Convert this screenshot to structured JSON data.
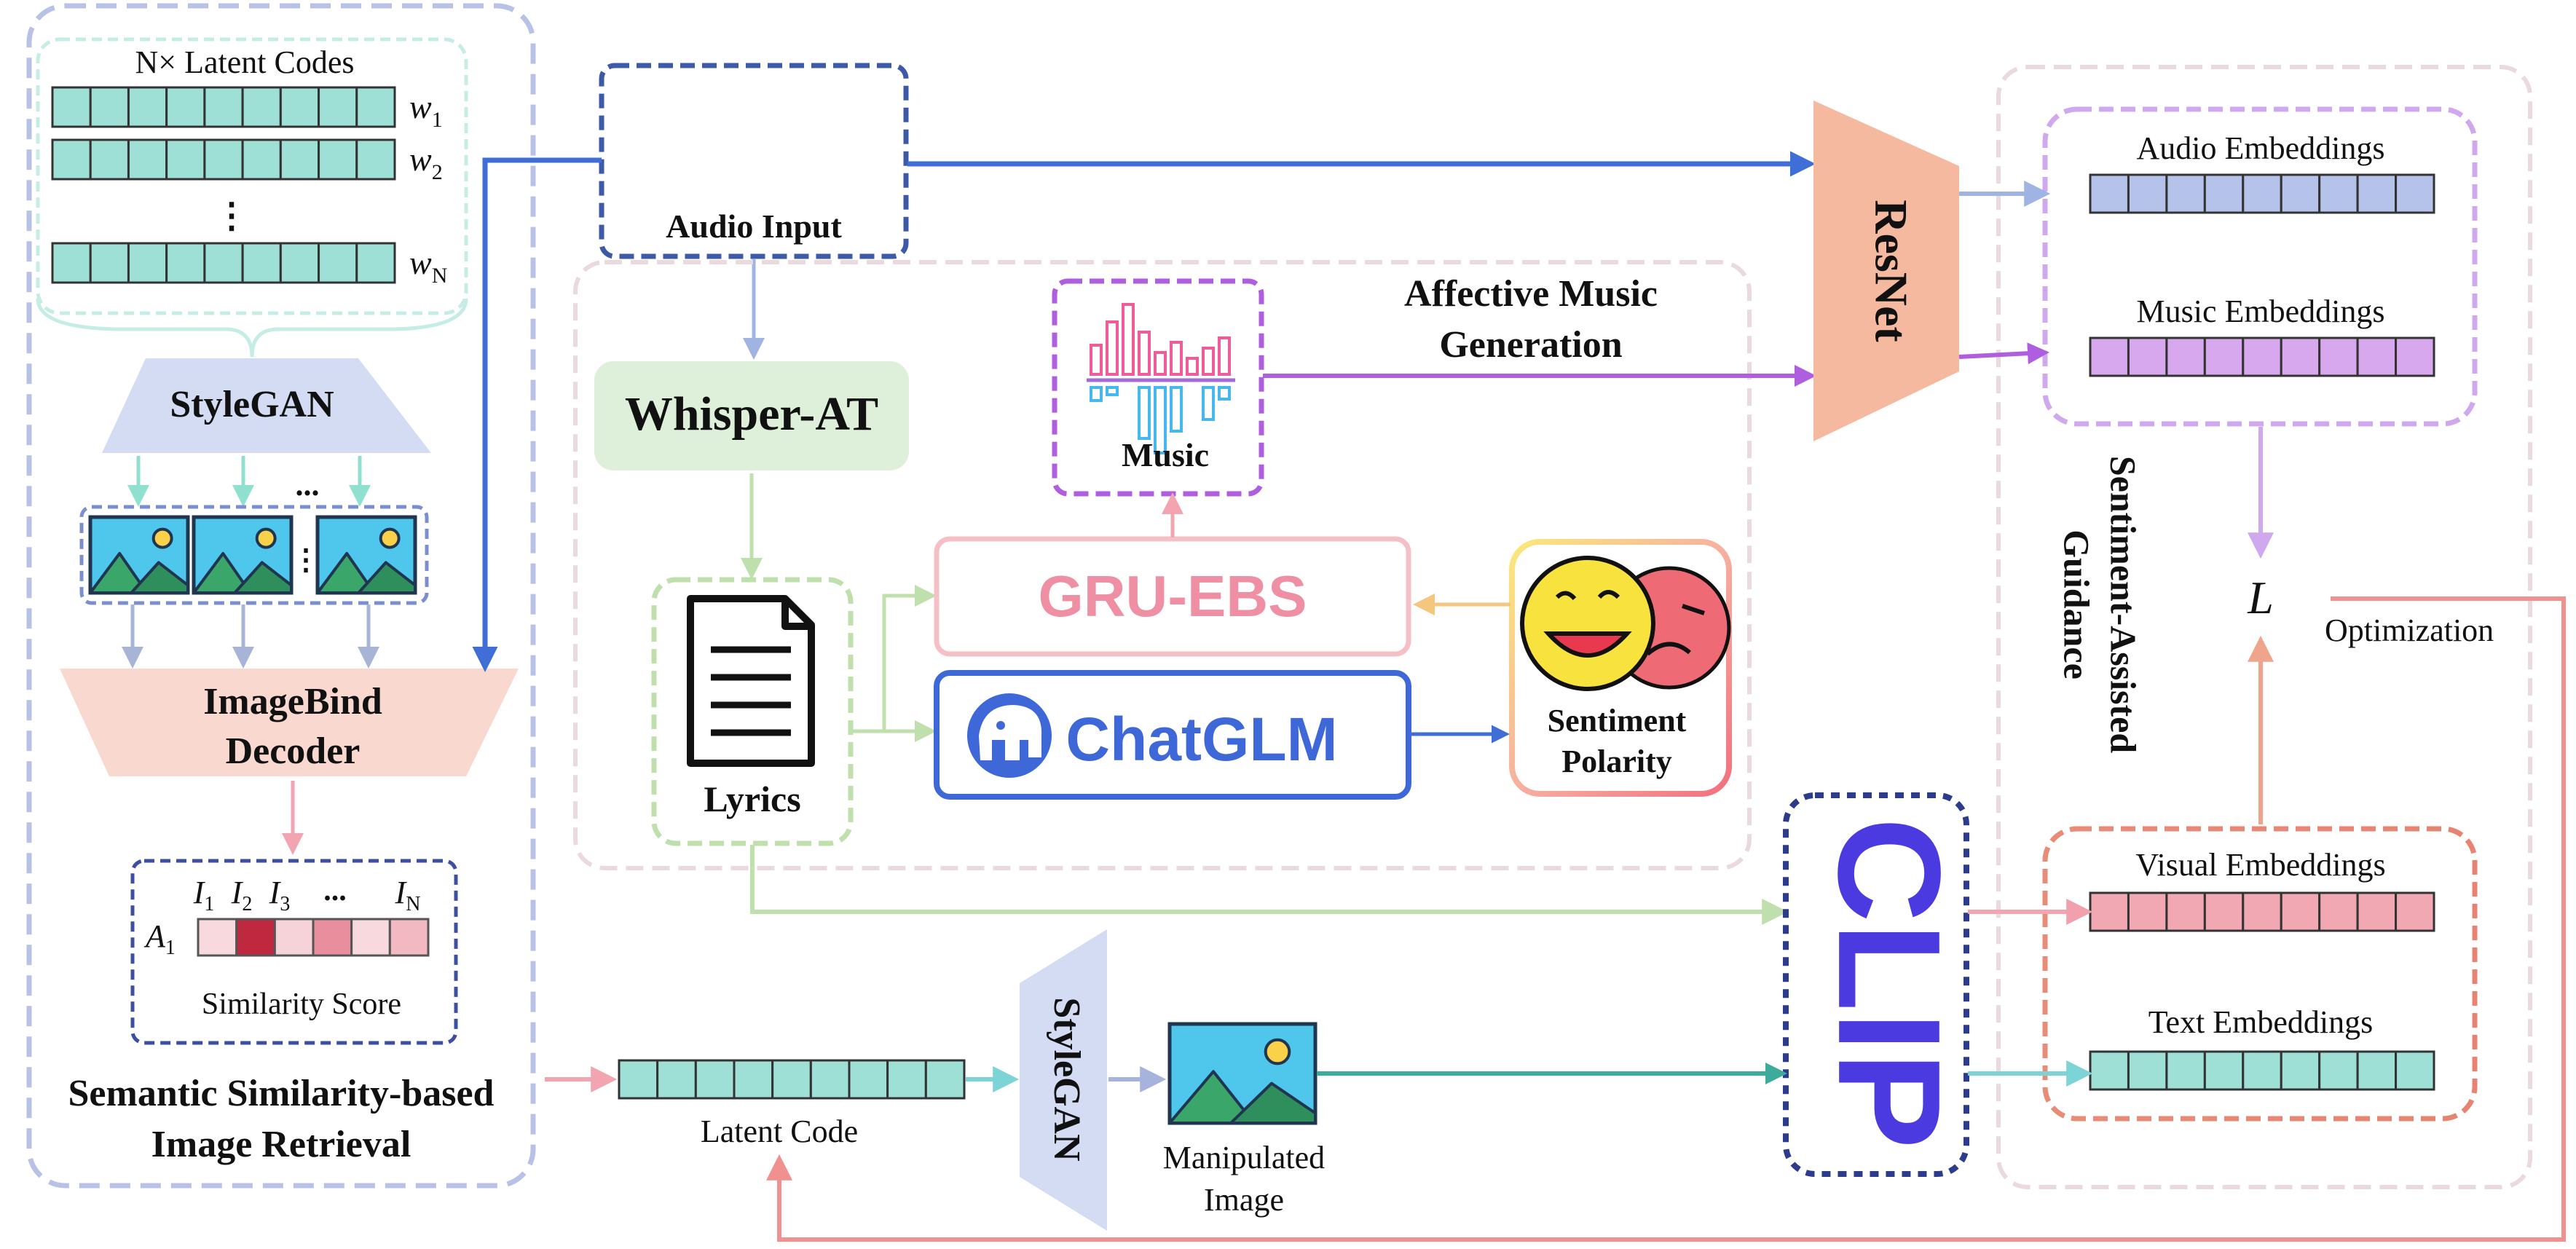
{
  "retrieval": {
    "latent_codes_title": "N× Latent Codes",
    "w_labels": [
      "w",
      "w",
      "w"
    ],
    "w_subs": [
      "1",
      "2",
      "N"
    ],
    "vdots": "⋮",
    "stylegan": "StyleGAN",
    "ellipsis": "...",
    "imagebind_line1": "ImageBind",
    "imagebind_line2": "Decoder",
    "score_cols": [
      "I",
      "I",
      "I",
      "...",
      "I"
    ],
    "score_col_subs": [
      "1",
      "2",
      "3",
      "",
      "N"
    ],
    "score_row": "A",
    "score_row_sub": "1",
    "score_cell_colors": [
      "#f7d9de",
      "#c0283f",
      "#f6d3d9",
      "#e88e9c",
      "#f7d9de",
      "#f2b9c2"
    ],
    "similarity_score": "Similarity Score",
    "module_title_line1": "Semantic Similarity-based",
    "module_title_line2": "Image Retrieval"
  },
  "audio": {
    "label": "Audio Input"
  },
  "music_gen": {
    "whisper": "Whisper-AT",
    "lyrics": "Lyrics",
    "music": "Music",
    "title_line1": "Affective Music",
    "title_line2": "Generation",
    "gru_ebs": "GRU-EBS",
    "chatglm": "ChatGLM",
    "sentiment_line1": "Sentiment",
    "sentiment_line2": "Polarity"
  },
  "resnet": "ResNet",
  "clip": "CLIP",
  "guidance": {
    "title_line1": "Sentiment-Assisted",
    "title_line2": "Guidance",
    "audio_emb": "Audio Embeddings",
    "music_emb": "Music Embeddings",
    "visual_emb": "Visual Embeddings",
    "text_emb": "Text Embeddings",
    "loss": "L",
    "optimization": "Optimization"
  },
  "bottom": {
    "latent_code": "Latent Code",
    "stylegan": "StyleGAN",
    "manipulated_line1": "Manipulated",
    "manipulated_line2": "Image"
  },
  "colors": {
    "latent_cell": "#9fe0d6",
    "audio_emb_cell": "#b5c3ea",
    "music_emb_cell": "#d7a8ee",
    "visual_emb_cell": "#f2a8b3",
    "text_emb_cell": "#9fe0d6",
    "resnet": "#f5b9a0",
    "stylegan": "#d3dcf3",
    "imagebind": "#f9d9cf",
    "whisper": "#def0d9",
    "clip": "#4a3ae0"
  }
}
